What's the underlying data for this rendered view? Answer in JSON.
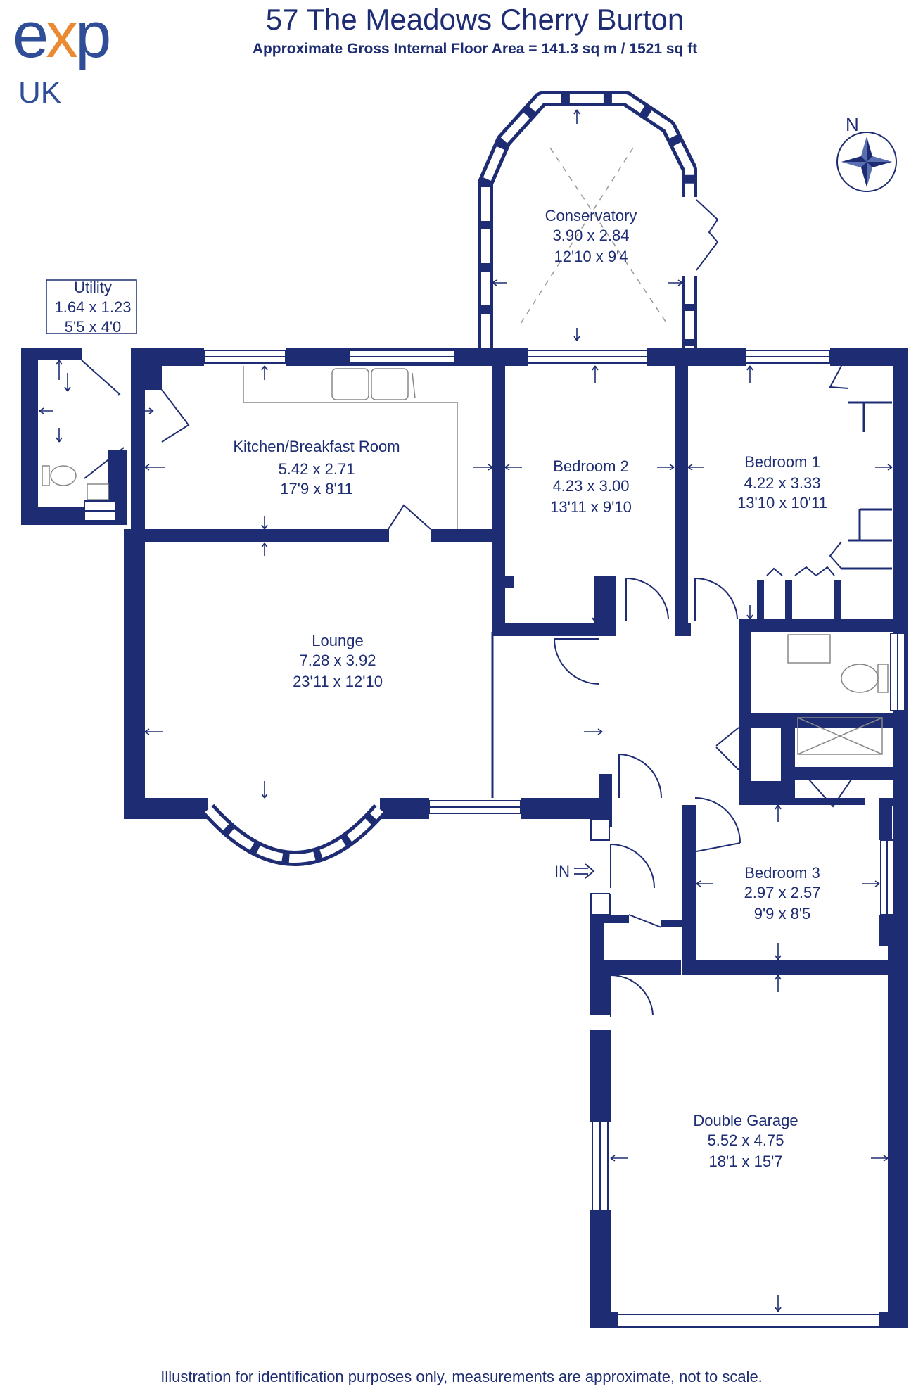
{
  "logo": {
    "exp_e": "e",
    "exp_x": "x",
    "exp_p": "p",
    "region": "UK"
  },
  "header": {
    "title": "57 The Meadows Cherry Burton",
    "subtitle": "Approximate Gross Internal Floor Area = 141.3 sq m / 1521 sq ft"
  },
  "compass": {
    "label": "N",
    "icon": "compass-rose-icon"
  },
  "rooms": {
    "utility": {
      "name": "Utility",
      "metric": "1.64 x 1.23",
      "imperial": "5'5 x 4'0"
    },
    "kitchen": {
      "name": "Kitchen/Breakfast Room",
      "metric": "5.42 x 2.71",
      "imperial": "17'9 x 8'11"
    },
    "conservatory": {
      "name": "Conservatory",
      "metric": "3.90 x 2.84",
      "imperial": "12'10 x 9'4"
    },
    "bedroom2": {
      "name": "Bedroom 2",
      "metric": "4.23 x 3.00",
      "imperial": "13'11 x 9'10"
    },
    "bedroom1": {
      "name": "Bedroom 1",
      "metric": "4.22 x 3.33",
      "imperial": "13'10 x 10'11"
    },
    "lounge": {
      "name": "Lounge",
      "metric": "7.28 x 3.92",
      "imperial": "23'11 x 12'10"
    },
    "bedroom3": {
      "name": "Bedroom 3",
      "metric": "2.97 x 2.57",
      "imperial": "9'9 x 8'5"
    },
    "garage": {
      "name": "Double Garage",
      "metric": "5.52 x 4.75",
      "imperial": "18'1 x 15'7"
    }
  },
  "entrance": {
    "label": "IN",
    "icon": "entrance-arrow-icon"
  },
  "footer": {
    "disclaimer": "Illustration for identification purposes only, measurements are approximate, not to scale."
  },
  "colors": {
    "wall": "#1e2d73",
    "logo_blue": "#2f4e97",
    "logo_orange": "#ea8b33",
    "fixture": "#888888"
  }
}
